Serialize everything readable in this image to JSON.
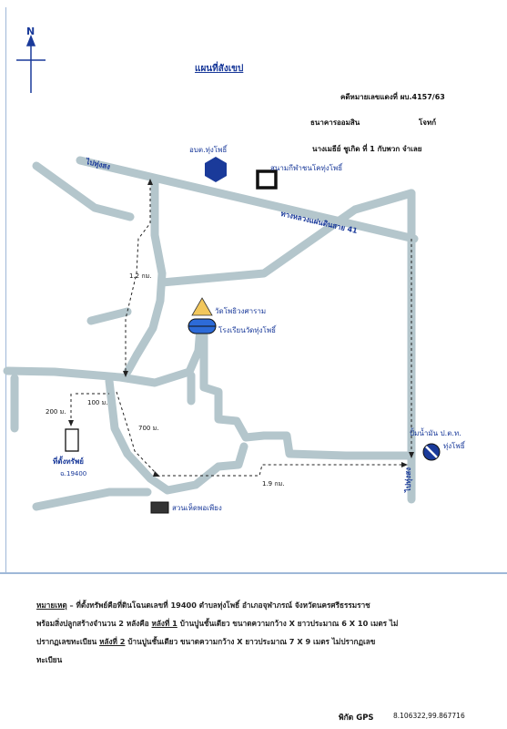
{
  "map": {
    "title": "แผนที่สังเขป",
    "case_number": "คดีหมายเลขแดงที่ ผบ.4157/63",
    "plaintiff_label": "ธนาคารออมสิน",
    "plaintiff_role": "โจทก์",
    "defendant_label": "นางเมธีย์ ชูเกิด ที่ 1 กับพวก  จำเลย",
    "north_label": "N",
    "road_top_left": "ไปทุ่งสง",
    "highway_label": "ทางหลวงแผ่นดินสาย 41",
    "road_right": "ไปทุ่งสง",
    "places": {
      "obt": "อบต.ทุ่งโพธิ์",
      "stadium": "สนามกีฬาชนโคทุ่งโพธิ์",
      "temple": "วัดโพธิวงศาราม",
      "school": "โรงเรียนวัดทุ่งโพธิ์",
      "gas_station_line1": "ปั้มน้ำมัน ป.ต.ท.",
      "gas_station_line2": "ทุ่งโพธิ์",
      "property_label": "ที่ตั้งทรัพย์",
      "property_deed": "ฉ.19400",
      "mushroom_farm": "สวนเห็ดพอเพียง"
    },
    "distances": {
      "d1": "1.2 กม.",
      "d2": "100 ม.",
      "d3": "200 ม.",
      "d4": "700 ม.",
      "d5": "1.9 กม."
    }
  },
  "remarks": {
    "heading": "หมายเหตุ",
    "line1_rest": " – ที่ตั้งทรัพย์คือที่ดินโฉนดเลขที่ 19400 ตำบลทุ่งโพธิ์ อำเภอจุฬาภรณ์ จังหวัดนครศรีธรรมราช",
    "line2_start": "พร้อมสิ่งปลูกสร้างจำนวน 2 หลังคือ ",
    "house1_label": "หลังที่ 1",
    "house1_desc": " บ้านปูนชั้นเดียว  ขนาดความกว้าง X ยาวประมาณ 6 X 10 เมตร ไม่",
    "line3_start": "ปรากฏเลขทะเบียน  ",
    "house2_label": "หลังที่ 2",
    "house2_desc": " บ้านปูนชั้นเดียว  ขนาดความกว้าง X ยาวประมาณ 7 X 9 เมตร ไม่ปรากฏเลข",
    "line4": "ทะเบียน"
  },
  "gps": {
    "label": "พิกัด GPS",
    "value": "8.106322,99.867716"
  },
  "colors": {
    "road": "#b4c6cc",
    "label_blue": "#1a3a9a",
    "frame": "#9fb8d8"
  },
  "icons": {
    "obt": "hexagon-icon",
    "stadium": "square-icon",
    "temple": "triangle-icon",
    "school": "rounded-rect-icon",
    "gas": "no-entry-circle-icon",
    "property": "rectangle-icon",
    "farm": "box-icon"
  }
}
